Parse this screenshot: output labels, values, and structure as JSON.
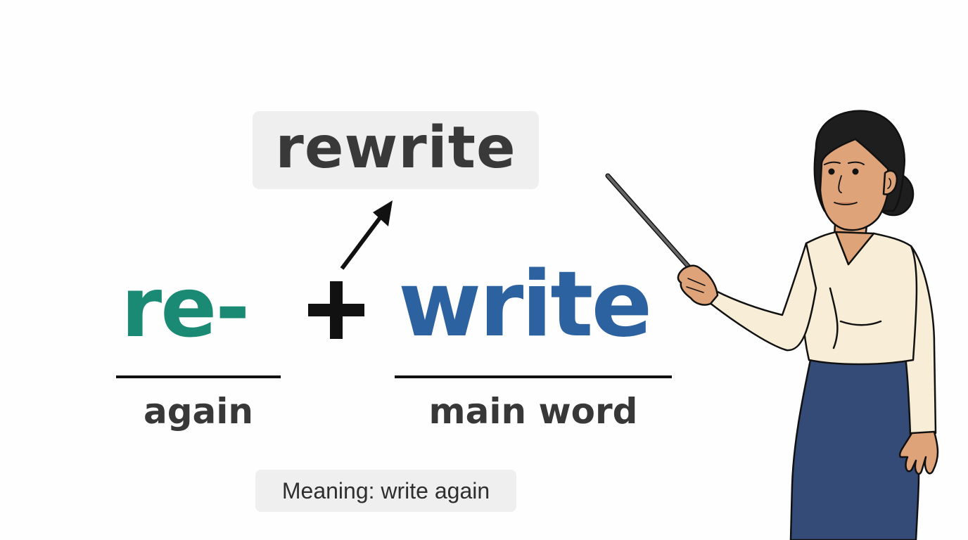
{
  "result": {
    "word": "rewrite",
    "box_color": "#efefef",
    "text_color": "#393939"
  },
  "equation": {
    "prefix": {
      "text": "re-",
      "label": "again",
      "color": "#1a8a74"
    },
    "operator": "+",
    "root": {
      "text": "write",
      "label": "main word",
      "color": "#2d62a0"
    }
  },
  "meaning": {
    "text": "Meaning: write again"
  },
  "illustration": {
    "subject": "teacher-with-pointer",
    "colors": {
      "hair": "#1e1e1e",
      "skin": "#dfa37a",
      "blouse": "#f8eed8",
      "skirt": "#344b78",
      "pointer": "#555555"
    }
  }
}
